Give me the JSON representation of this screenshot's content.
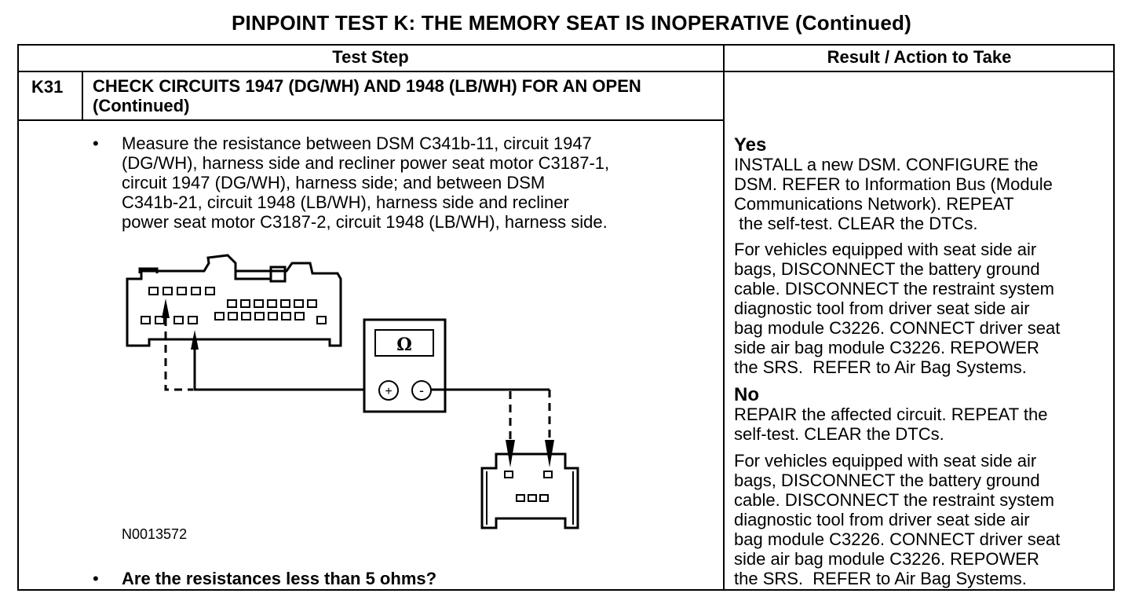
{
  "title": "PINPOINT TEST  K: THE MEMORY SEAT IS INOPERATIVE (Continued)",
  "table": {
    "col_test_step": "Test Step",
    "col_result": "Result / Action to Take"
  },
  "step": {
    "id": "K31",
    "title": "CHECK CIRCUITS 1947 (DG/WH) AND 1948 (LB/WH) FOR AN OPEN (Continued)",
    "bullet_glyph": "•",
    "instruction_lines": [
      "Measure the resistance between DSM C341b-11, circuit 1947",
      "(DG/WH), harness side and recliner power seat motor C3187-1,",
      "circuit 1947 (DG/WH), harness side; and between DSM",
      "C341b-21, circuit 1948 (LB/WH), harness side and recliner",
      "power seat motor C3187-2, circuit 1948 (LB/WH), harness side."
    ],
    "figure_id": "N0013572",
    "meter_symbol": "Ω",
    "plus": "+",
    "minus": "-",
    "question": "Are the resistances less than 5 ohms?"
  },
  "result": {
    "yes_label": "Yes",
    "yes_lines": [
      "INSTALL a new DSM. CONFIGURE the",
      "DSM. REFER to Information Bus (Module",
      "Communications Network). REPEAT",
      " the self-test. CLEAR the DTCs."
    ],
    "yes_note_lines": [
      "For vehicles equipped with seat side air",
      "bags, DISCONNECT the battery ground",
      "cable. DISCONNECT the restraint system",
      "diagnostic tool from driver seat side air",
      "bag module C3226. CONNECT driver seat",
      "side air bag module C3226. REPOWER",
      "the SRS.  REFER to Air Bag Systems."
    ],
    "no_label": "No",
    "no_lines": [
      "REPAIR the affected circuit. REPEAT the",
      "self-test. CLEAR the DTCs."
    ],
    "no_note_lines": [
      "For vehicles equipped with seat side air",
      "bags, DISCONNECT the battery ground",
      "cable. DISCONNECT the restraint system",
      "diagnostic tool from driver seat side air",
      "bag module C3226. CONNECT driver seat",
      "side air bag module C3226. REPOWER",
      "the SRS.  REFER to Air Bag Systems."
    ]
  }
}
